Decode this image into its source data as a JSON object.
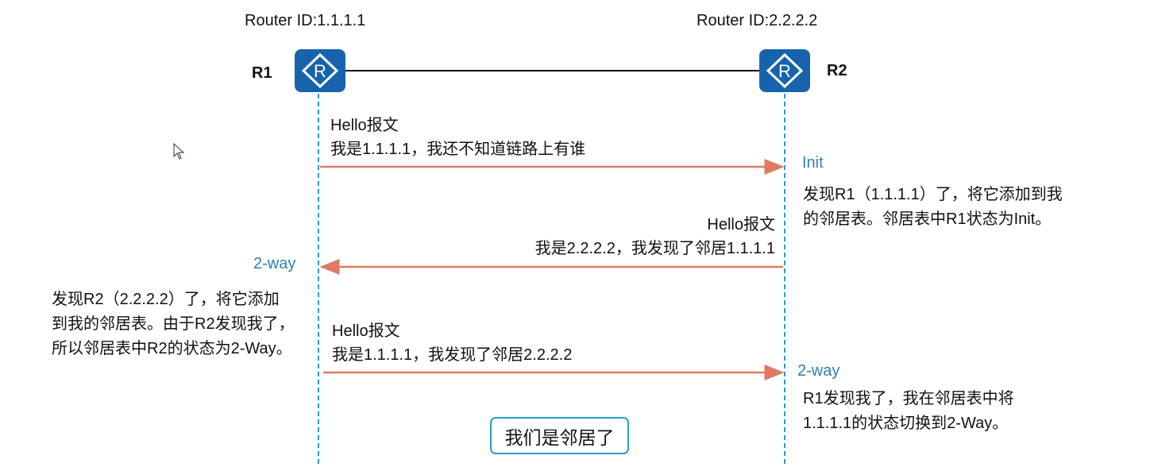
{
  "r1": {
    "router_id": "Router ID:1.1.1.1",
    "name": "R1"
  },
  "r2": {
    "router_id": "Router ID:2.2.2.2",
    "name": "R2"
  },
  "router_icon": "router-icon",
  "messages": [
    {
      "line1": "Hello报文",
      "line2": "我是1.1.1.1，我还不知道链路上有谁"
    },
    {
      "line1": "Hello报文",
      "line2": "我是2.2.2.2，我发现了邻居1.1.1.1"
    },
    {
      "line1": "Hello报文",
      "line2": "我是1.1.1.1，我发现了邻居2.2.2.2"
    }
  ],
  "states": {
    "r2_init": "Init",
    "r1_2way": "2-way",
    "r2_2way": "2-way"
  },
  "notes": {
    "r2_init": [
      "发现R1（1.1.1.1）了，将它添加到我",
      "的邻居表。邻居表中R1状态为Init。"
    ],
    "r1_2way": [
      "发现R2（2.2.2.2）了，将它添加",
      "到我的邻居表。由于R2发现我了，",
      "所以邻居表中R2的状态为2-Way。"
    ],
    "r2_2way": [
      "R1发现我了，我在邻居表中将",
      "1.1.1.1的状态切换到2-Way。"
    ]
  },
  "conclusion": "我们是邻居了",
  "colors": {
    "router": "#1764ad",
    "lifeline": "#2a9dc4",
    "arrow": "#e07a62",
    "state": "#2e7fb8"
  }
}
